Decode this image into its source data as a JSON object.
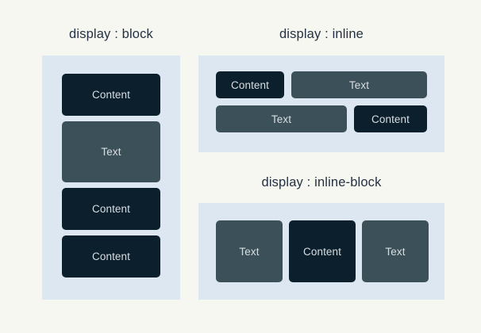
{
  "page": {
    "background_color": "#f7f7f2",
    "panel_color": "#dde7f1",
    "dark_box_color": "#0b1f2d",
    "slate_box_color": "#3b5058",
    "box_label_color": "#d9dee2",
    "title_color": "#233142"
  },
  "sections": [
    {
      "id": "block",
      "title": "display : block",
      "boxes": [
        {
          "label": "Content",
          "variant": "dark",
          "size": "short"
        },
        {
          "label": "Text",
          "variant": "slate",
          "size": "tall"
        },
        {
          "label": "Content",
          "variant": "dark",
          "size": "short"
        },
        {
          "label": "Content",
          "variant": "dark",
          "size": "short"
        }
      ]
    },
    {
      "id": "inline",
      "title": "display : inline",
      "rows": [
        [
          {
            "label": "Content",
            "variant": "dark",
            "width_key": "w-content-a"
          },
          {
            "label": "Text",
            "variant": "slate",
            "width_key": "w-text-a"
          }
        ],
        [
          {
            "label": "Text",
            "variant": "slate",
            "width_key": "w-text-b"
          },
          {
            "label": "Content",
            "variant": "dark",
            "width_key": "w-content-b"
          }
        ]
      ]
    },
    {
      "id": "inline-block",
      "title": "display : inline-block",
      "boxes": [
        {
          "label": "Text",
          "variant": "slate"
        },
        {
          "label": "Content",
          "variant": "dark"
        },
        {
          "label": "Text",
          "variant": "slate"
        }
      ]
    }
  ]
}
